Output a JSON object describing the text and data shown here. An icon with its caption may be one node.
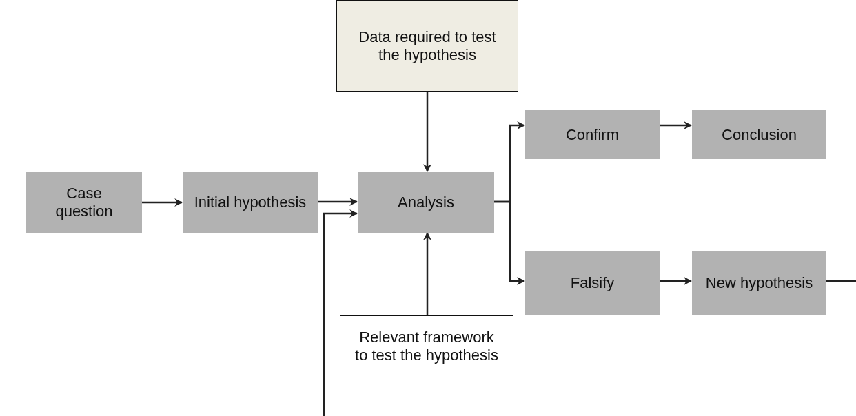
{
  "diagram": {
    "nodes": [
      {
        "text": [
          "Case question"
        ]
      },
      {
        "text": [
          "Initial hypothesis"
        ]
      },
      {
        "text": [
          "Data required to test the hypothesis"
        ]
      },
      {
        "text": [
          "Analysis"
        ]
      },
      {
        "text": [
          "Confirm"
        ]
      },
      {
        "text": [
          "Conclusion"
        ]
      },
      {
        "text": [
          "Falsify"
        ]
      },
      {
        "text": [
          "New hypothesis"
        ]
      },
      {
        "text": [
          "Relevant framework to test the hypothesis"
        ]
      }
    ],
    "edges": [
      {
        "from": 0,
        "to": 1,
        "arrow": "to"
      },
      {
        "from": 1,
        "to": 3,
        "arrow": "to"
      },
      {
        "from": null,
        "to": 3,
        "arrow": "to"
      },
      {
        "from": 2,
        "to": 3,
        "arrow": "to"
      },
      {
        "from": 8,
        "to": 3,
        "arrow": "to"
      },
      {
        "from": 3,
        "to": 4,
        "arrow": "to"
      },
      {
        "from": 3,
        "to": 6,
        "arrow": "to"
      },
      {
        "from": 4,
        "to": 5,
        "arrow": "to"
      },
      {
        "from": 6,
        "to": 7,
        "arrow": "to"
      },
      {
        "from": 7,
        "to": null,
        "arrow": "none"
      }
    ]
  }
}
